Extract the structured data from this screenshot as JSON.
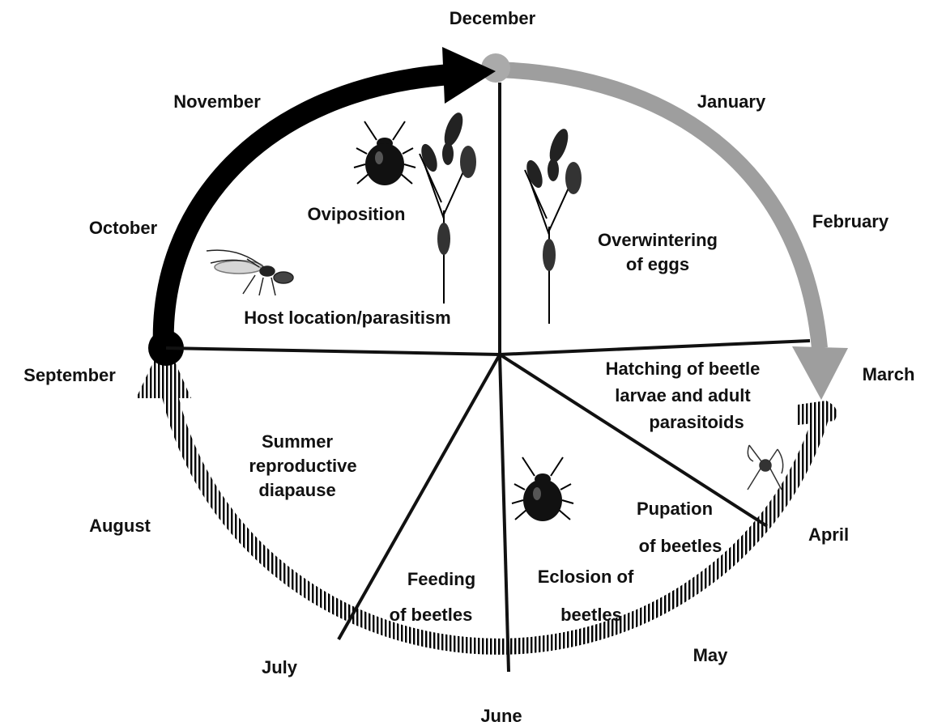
{
  "months": {
    "december": "December",
    "january": "January",
    "february": "February",
    "march": "March",
    "april": "April",
    "may": "May",
    "june": "June",
    "july": "July",
    "august": "August",
    "september": "September",
    "october": "October",
    "november": "November"
  },
  "stages": {
    "oviposition": "Oviposition",
    "host_location": "Host location/parasitism",
    "overwintering_1": "Overwintering",
    "overwintering_2": "of eggs",
    "hatching_1": "Hatching of beetle",
    "hatching_2": "larvae and adult",
    "hatching_3": "parasitoids",
    "pupation_1": "Pupation",
    "pupation_2": "of beetles",
    "eclosion_1": "Eclosion of",
    "eclosion_2": "beetles",
    "feeding_1": "Feeding",
    "feeding_2": "of beetles",
    "diapause_1": "Summer",
    "diapause_2": "reproductive",
    "diapause_3": "diapause"
  },
  "icons": [
    "beetle-icon",
    "plant-icon",
    "wasp-icon",
    "spider-icon"
  ],
  "colors": {
    "autumn_arrow": "#000000",
    "winter_arrow": "#9e9e9e",
    "summer_arc": "#000000"
  }
}
